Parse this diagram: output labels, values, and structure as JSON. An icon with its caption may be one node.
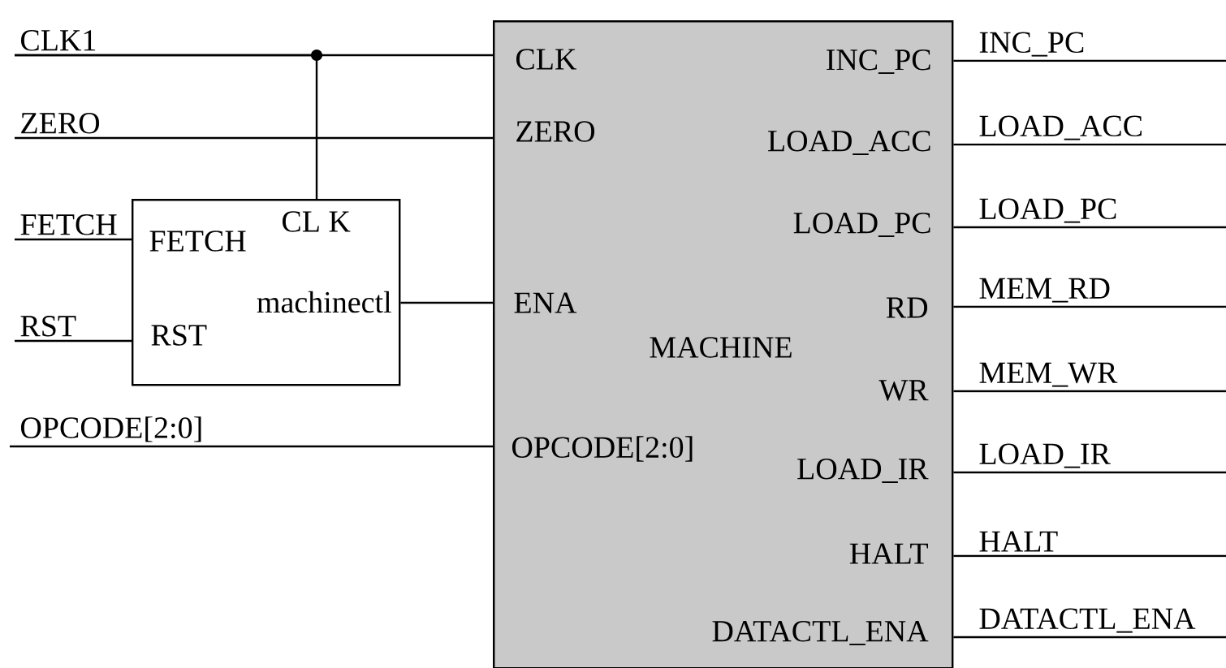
{
  "diagram": {
    "nodes": [
      {
        "text": [
          "FETCH",
          "CL K",
          "machinectl",
          "RST"
        ]
      },
      {
        "text": [
          "CLK",
          "INC_PC",
          "ZERO",
          "LOAD_ACC",
          "LOAD_PC",
          "ENA",
          "RD",
          "MACHINE",
          "WR",
          "OPCODE[2:0]",
          "LOAD_IR",
          "HALT",
          "DATACTL_ENA"
        ]
      }
    ],
    "edges": [
      {
        "from": null,
        "to": 1,
        "arrow": "none",
        "label": "CLK1"
      },
      {
        "from": null,
        "to": 0,
        "arrow": "none"
      },
      {
        "from": null,
        "to": 1,
        "arrow": "none",
        "label": "ZERO"
      },
      {
        "from": null,
        "to": 0,
        "arrow": "none",
        "label": "FETCH"
      },
      {
        "from": null,
        "to": 0,
        "arrow": "none",
        "label": "RST"
      },
      {
        "from": 0,
        "to": 1,
        "arrow": "none"
      },
      {
        "from": null,
        "to": 1,
        "arrow": "none",
        "label": "OPCODE[2:0]"
      },
      {
        "from": 1,
        "to": null,
        "arrow": "none",
        "label": "INC_PC"
      },
      {
        "from": 1,
        "to": null,
        "arrow": "none",
        "label": "LOAD_ACC"
      },
      {
        "from": 1,
        "to": null,
        "arrow": "none",
        "label": "LOAD_PC"
      },
      {
        "from": 1,
        "to": null,
        "arrow": "none",
        "label": "MEM_RD"
      },
      {
        "from": 1,
        "to": null,
        "arrow": "none",
        "label": "MEM_WR"
      },
      {
        "from": 1,
        "to": null,
        "arrow": "none",
        "label": "LOAD_IR"
      },
      {
        "from": 1,
        "to": null,
        "arrow": "none",
        "label": "HALT"
      },
      {
        "from": 1,
        "to": null,
        "arrow": "none",
        "label": "DATACTL_ENA"
      }
    ]
  }
}
